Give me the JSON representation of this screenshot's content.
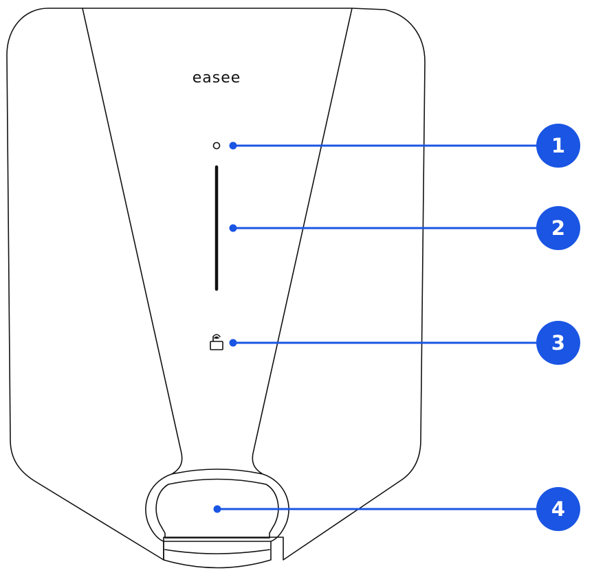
{
  "brand": {
    "logo_text": "easee"
  },
  "colors": {
    "callout": "#1a55e3",
    "outline": "#111111",
    "badge_text": "#ffffff"
  },
  "device": {
    "indicators": [
      {
        "name": "status-led",
        "icon": "circle-led-icon"
      },
      {
        "name": "light-strip",
        "icon": "vertical-bar-icon"
      },
      {
        "name": "rfid-reader",
        "icon": "rfid-lock-icon"
      },
      {
        "name": "cable-holder",
        "icon": "cable-socket-icon"
      }
    ]
  },
  "callouts": [
    {
      "label": "1"
    },
    {
      "label": "2"
    },
    {
      "label": "3"
    },
    {
      "label": "4"
    }
  ]
}
